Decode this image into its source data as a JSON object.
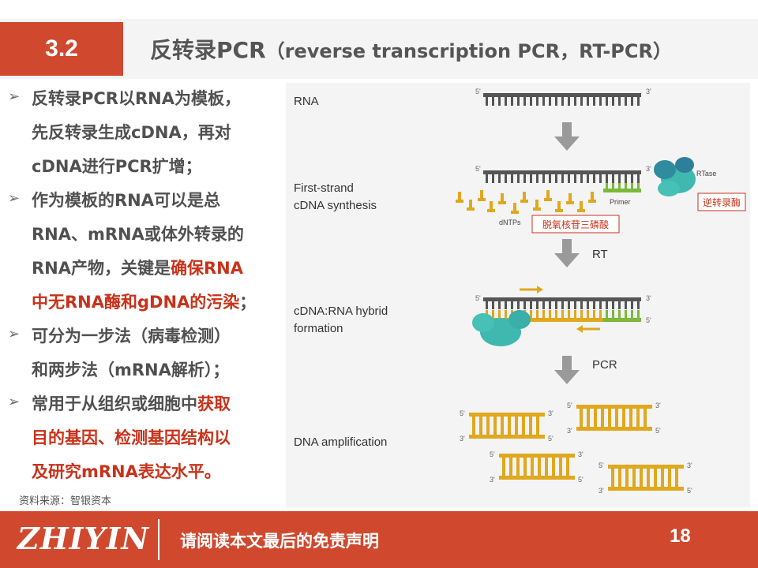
{
  "header": {
    "section": "3.2",
    "title_main": "反转录PCR",
    "title_sub": "（reverse transcription PCR，RT-PCR）"
  },
  "bullets": [
    {
      "lines": [
        [
          {
            "t": "反转录PCR以RNA为模板，"
          }
        ],
        [
          {
            "t": "先反转录生成cDNA，再对"
          }
        ],
        [
          {
            "t": "cDNA进行PCR扩增；"
          }
        ]
      ]
    },
    {
      "lines": [
        [
          {
            "t": "作为模板的RNA可以是总"
          }
        ],
        [
          {
            "t": "RNA、mRNA或体外转录的"
          }
        ],
        [
          {
            "t": "RNA产物，关键是"
          },
          {
            "t": "确保RNA",
            "hl": true
          }
        ],
        [
          {
            "t": "中无RNA酶和gDNA的污染",
            "hl": true
          },
          {
            "t": "；"
          }
        ]
      ]
    },
    {
      "lines": [
        [
          {
            "t": "可分为一步法（病毒检测）"
          }
        ],
        [
          {
            "t": "和两步法（mRNA解析）；"
          }
        ]
      ]
    },
    {
      "lines": [
        [
          {
            "t": "常用于从组织或细胞中"
          },
          {
            "t": "获取",
            "hl": true
          }
        ],
        [
          {
            "t": "目的基因、检测基因结构以",
            "hl": true
          }
        ],
        [
          {
            "t": "及研究mRNA表达水平。",
            "hl": true
          }
        ]
      ]
    }
  ],
  "source": "资料来源：智银资本",
  "diagram": {
    "labels": {
      "rna": "RNA",
      "first_strand_1": "First-strand",
      "first_strand_2": "cDNA synthesis",
      "hybrid_1": "cDNA:RNA hybrid",
      "hybrid_2": "formation",
      "amplification": "DNA amplification",
      "rt": "RT",
      "pcr": "PCR",
      "dntps": "dNTPs",
      "primer": "Primer",
      "rtase": "RTase",
      "five": "5'",
      "three": "3'"
    },
    "callouts": {
      "rtase_cn": "逆转录酶",
      "dntp_cn": "脱氧核苷三磷酸"
    }
  },
  "footer": {
    "logo": "ZHIYIN",
    "disclaimer": "请阅读本文最后的免责声明",
    "page": "18"
  },
  "colors": {
    "accent": "#d0492e",
    "highlight": "#c8321a",
    "rna_strand": "#555555",
    "cdna_strand": "#e0a81e",
    "primer": "#7ab93a",
    "enzyme": "#3fb8b0"
  }
}
